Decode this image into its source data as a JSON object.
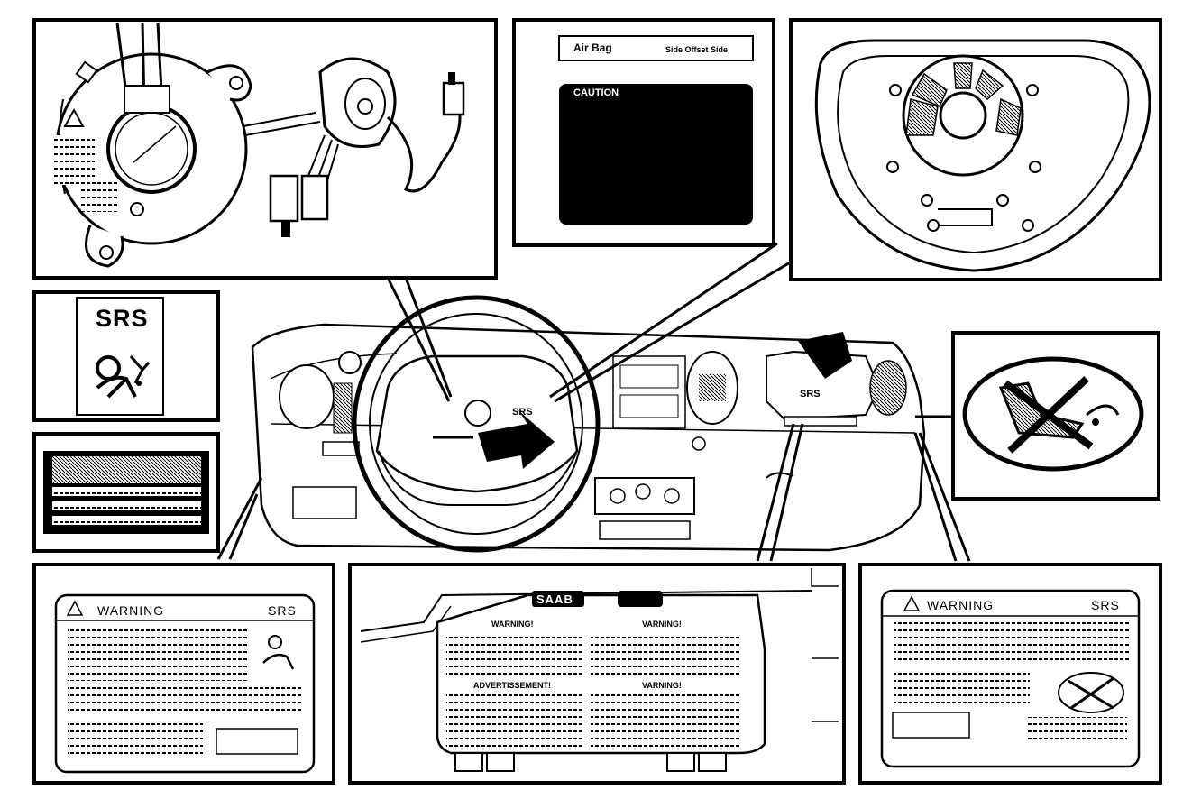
{
  "panels": {
    "airbag_label": {
      "title": "Air Bag",
      "subtitle": "Side Offset Side",
      "caution": "CAUTION"
    },
    "srs_icon_label": {
      "text": "SRS"
    },
    "dash_airbag_text": "SRS",
    "steering_hub_text": "SRS",
    "visor_label_left": {
      "heading": "WARNING",
      "tag": "SRS"
    },
    "visor_label_right": {
      "heading": "WARNING",
      "tag": "SRS"
    },
    "glovebox_label": {
      "brand": "SAAB",
      "warning1": "WARNING!",
      "warning2": "VARNING!",
      "warning3": "ADVERTISSEMENT!",
      "warning4": "VARNING!"
    }
  },
  "icons": [
    "airbag-person-icon",
    "no-child-seat-icon",
    "warning-triangle-icon"
  ]
}
